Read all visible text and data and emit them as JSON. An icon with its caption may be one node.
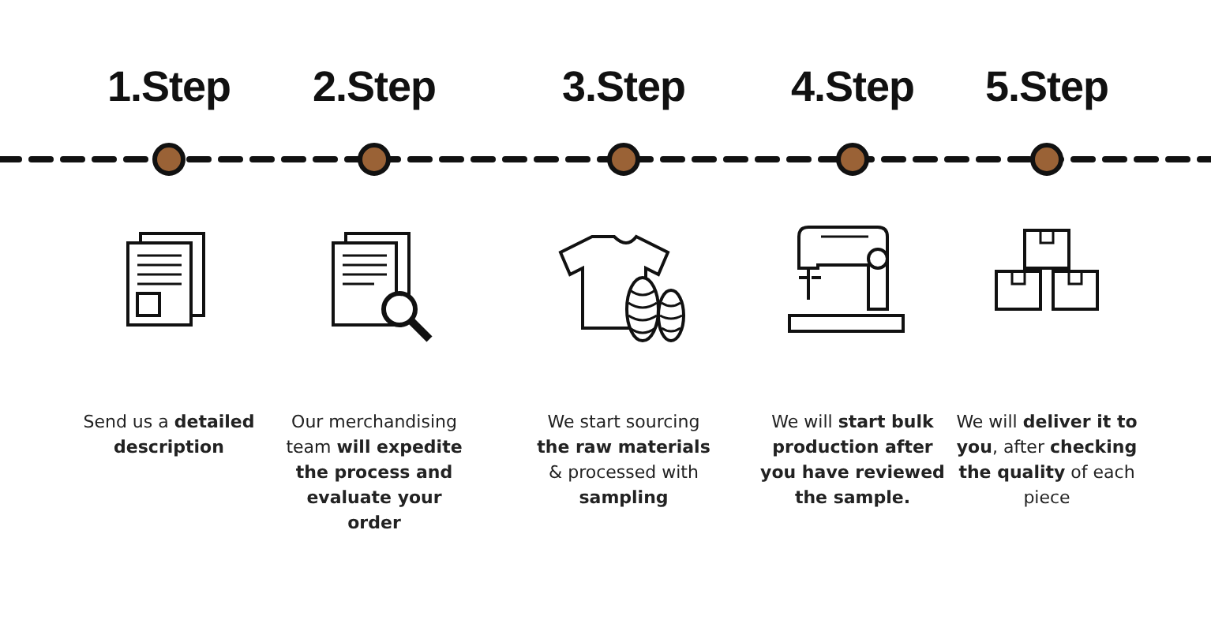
{
  "diagram": {
    "labels": [
      "1.Step",
      "2.Step",
      "3.Step",
      "4.Step",
      "5.Step",
      "Send us a **detailed description**",
      "Our merchandising team **will expedite the process and evaluate your order**",
      "We start sourcing **the raw materials** & processed with **sampling**",
      "We will **start bulk production after you have reviewed the sample.**",
      "We will **deliver it to you**, after **checking the quality** of each piece"
    ]
  }
}
